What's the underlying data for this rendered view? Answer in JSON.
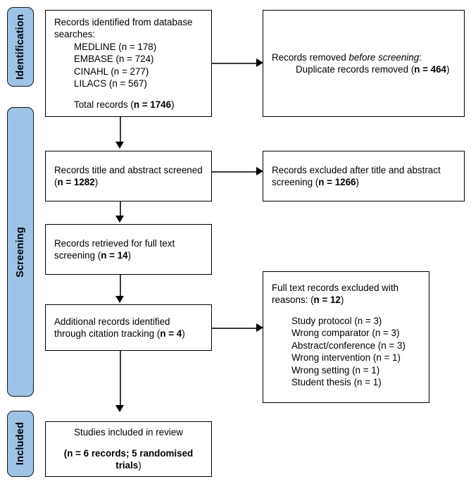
{
  "diagram": {
    "type": "prisma-flow-diagram",
    "accent_color": "#9DC3E6",
    "line_color": "#000000",
    "background": "#FFFFFF"
  },
  "stages": [
    {
      "id": "identification",
      "label": "Identification"
    },
    {
      "id": "screening",
      "label": "Screening"
    },
    {
      "id": "included",
      "label": "Included"
    }
  ],
  "boxes": {
    "identified": {
      "heading": "Records identified from database searches:",
      "sources": [
        "MEDLINE (n = 178)",
        "EMBASE (n = 724)",
        "CINAHL (n = 277)",
        "LILACS (n = 567)"
      ],
      "total_prefix": "Total records (",
      "total_bold": "n = 1746",
      "total_suffix": ")"
    },
    "removed_before_screening": {
      "line1_prefix": "Records removed ",
      "line1_italic": "before screening",
      "line1_suffix": ":",
      "line2_prefix": "Duplicate records removed (",
      "line2_bold": "n = 464",
      "line2_suffix": ")"
    },
    "title_abstract_screened": {
      "prefix": "Records title and abstract screened (",
      "bold": "n = 1282",
      "suffix": ")"
    },
    "excluded_title_abstract": {
      "prefix": "Records excluded after title and abstract screening (",
      "bold": "n = 1266",
      "suffix": ")"
    },
    "full_text_retrieved": {
      "prefix": "Records retrieved for full text screening (",
      "bold": "n = 14",
      "suffix": ")"
    },
    "citation_tracking": {
      "prefix": "Additional records identified through citation tracking (",
      "bold": "n = 4",
      "suffix": ")"
    },
    "full_text_excluded": {
      "heading_prefix": "Full text records excluded with reasons: (",
      "heading_bold": "n = 12",
      "heading_suffix": ")",
      "reasons": [
        "Study protocol (n = 3)",
        "Wrong comparator (n = 3)",
        "Abstract/conference (n = 3)",
        "Wrong intervention (n = 1)",
        "Wrong setting (n = 1)",
        "Student thesis (n = 1)"
      ]
    },
    "included_studies": {
      "line1": "Studies included in review",
      "line2_bold": "(n = 6 records; 5 randomised trials",
      "line2_suffix": ")"
    }
  }
}
